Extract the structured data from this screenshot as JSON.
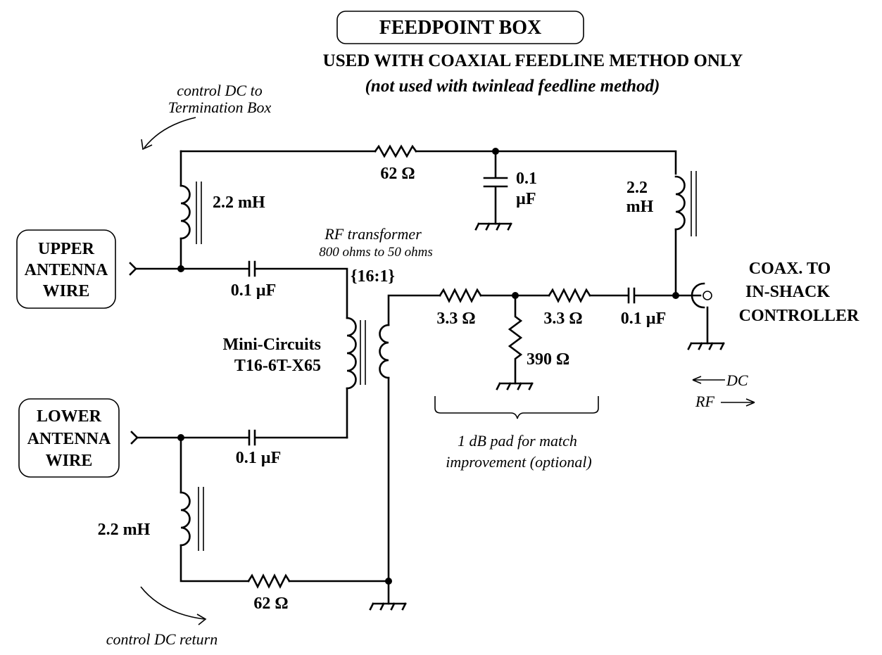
{
  "title": "FEEDPOINT BOX",
  "subtitle": "USED WITH COAXIAL FEEDLINE METHOD ONLY",
  "subtitle_note": "(not used with twinlead feedline method)",
  "annotations": {
    "control_dc_top_line1": "control DC to",
    "control_dc_top_line2": "Termination Box",
    "control_dc_return": "control DC return",
    "rf_transformer_line1": "RF transformer",
    "rf_transformer_line2": "800 ohms to 50 ohms",
    "transformer_ratio": "{16:1}",
    "pad_note_line1": "1 dB pad for match",
    "pad_note_line2": "improvement (optional)",
    "dc_direction": "DC",
    "rf_direction": "RF"
  },
  "terminals": {
    "upper": [
      "UPPER",
      "ANTENNA",
      "WIRE"
    ],
    "lower": [
      "LOWER",
      "ANTENNA",
      "WIRE"
    ],
    "coax": [
      "COAX.  TO",
      "IN-SHACK",
      "CONTROLLER"
    ]
  },
  "components": {
    "r_top": "62 Ω",
    "c_shunt_top_line1": "0.1",
    "c_shunt_top_line2": "µF",
    "l_right_line1": "2.2",
    "l_right_line2": "mH",
    "l_upper": "2.2 mH",
    "c_upper": "0.1 µF",
    "transformer_line1": "Mini-Circuits",
    "transformer_line2": "T16-6T-X65",
    "c_lower": "0.1 µF",
    "l_lower": "2.2 mH",
    "r_bottom": "62 Ω",
    "r_pad1": "3.3 Ω",
    "r_pad2": "3.3 Ω",
    "r_pad_shunt": "390 Ω",
    "c_out": "0.1 µF"
  }
}
